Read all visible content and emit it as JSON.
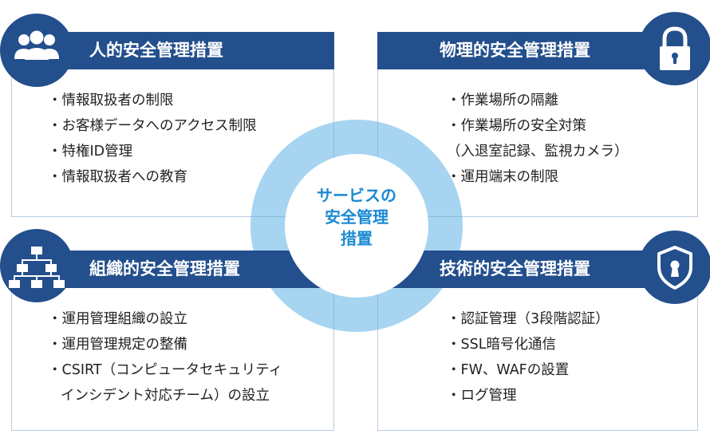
{
  "center": {
    "title": "サービスの\n安全管理\n措置"
  },
  "quadrants": {
    "top_left": {
      "title": "人的安全管理措置",
      "icon": "people-icon",
      "items": [
        "・情報取扱者の制限",
        "・お客様データへのアクセス制限",
        "・特権ID管理",
        "・情報取扱者への教育"
      ]
    },
    "top_right": {
      "title": "物理的安全管理措置",
      "icon": "lock-icon",
      "items": [
        "・作業場所の隔離",
        "・作業場所の安全対策",
        "（入退室記録、監視カメラ）",
        "・運用端末の制限"
      ]
    },
    "bottom_left": {
      "title": "組織的安全管理措置",
      "icon": "org-chart-icon",
      "items": [
        "・運用管理組織の設立",
        "・運用管理規定の整備",
        "・CSIRT（コンピュータセキュリティ",
        "インシデント対応チーム）の設立"
      ]
    },
    "bottom_right": {
      "title": "技術的安全管理措置",
      "icon": "shield-keyhole-icon",
      "items": [
        "・認証管理（3段階認証）",
        "・SSL暗号化通信",
        "・FW、WAFの設置",
        "・ログ管理"
      ]
    }
  },
  "colors": {
    "bar": "#234f8c",
    "ring": "#5eb0e5",
    "center_text": "#1a8ad4",
    "panel_border": "#b9cbe0"
  }
}
